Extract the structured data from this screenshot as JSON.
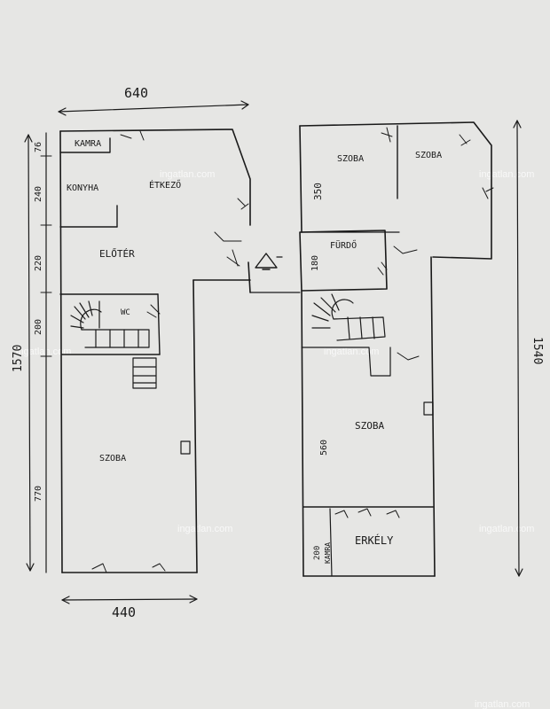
{
  "ground_floor": {
    "dims": {
      "top_width": "640",
      "bottom_width": "440",
      "total_height": "1570",
      "seg_kamra": "76",
      "seg_konyha": "240",
      "seg_eloter": "220",
      "seg_wc": "200",
      "seg_szoba": "770"
    },
    "rooms": {
      "kamra": "KAMRA",
      "konyha": "KONYHA",
      "etkezo": "ÉTKEZŐ",
      "eloter": "ELŐTÉR",
      "wc": "WC",
      "szoba": "SZOBA"
    }
  },
  "upper_floor": {
    "dims": {
      "total_height": "1540",
      "seg_top": "350",
      "seg_furdo": "180",
      "seg_szoba": "560",
      "seg_kamra": "200"
    },
    "rooms": {
      "szoba_left": "SZOBA",
      "szoba_right": "SZOBA",
      "furdo": "FÜRDŐ",
      "szoba_main": "SZOBA",
      "erkely": "ERKÉLY",
      "kamra": "KAMRA"
    }
  },
  "watermark": "ingatlan.com"
}
